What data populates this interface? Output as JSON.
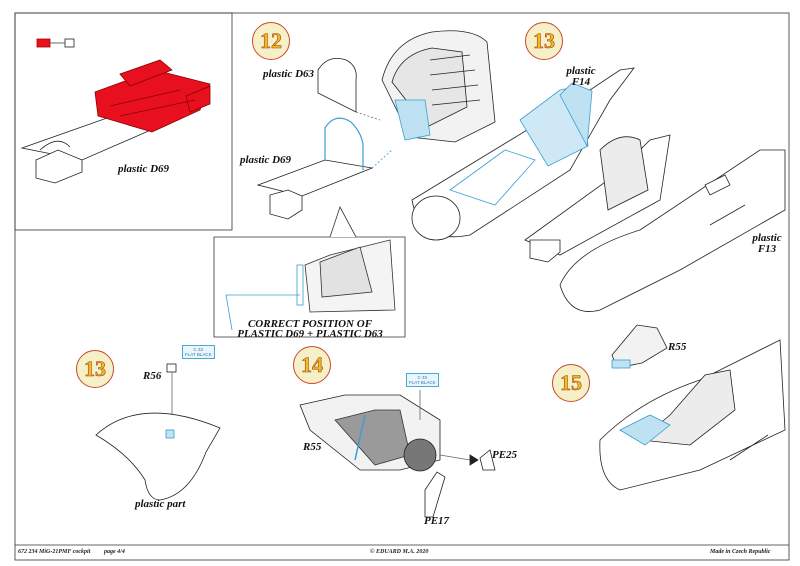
{
  "steps": [
    "12",
    "13",
    "14",
    "13",
    "15"
  ],
  "labels": {
    "d69_top": "plastic D69",
    "d63": "plastic D63",
    "d69": "plastic D69",
    "f14_line1": "plastic",
    "f14_line2": "F14",
    "f13_line1": "plastic",
    "f13_line2": "F13",
    "correct_line1": "CORRECT POSITION OF",
    "correct_line2": "PLASTIC D69 + PLASTIC D63",
    "r56": "R56",
    "plastic_part": "plastic part",
    "r55_left": "R55",
    "pe25": "PE25",
    "pe17": "PE17",
    "r55_right": "R55"
  },
  "color_tags": {
    "left_code": "C 33",
    "left_name": "FLAT BLACK",
    "mid_code": "C 33",
    "mid_name": "FLAT BLACK"
  },
  "footer": {
    "part_no": "672 234  MiG-21PMF cockpit",
    "page": "page 4/4",
    "copyright": "© EDUARD   M.A. 2020",
    "made_in": "Made in Czech Republic"
  },
  "colors": {
    "highlight_red": "#e8101e",
    "part_blue": "#3a9fd0",
    "step_yellow": "#e8c11a",
    "step_red": "#c94a2a"
  }
}
